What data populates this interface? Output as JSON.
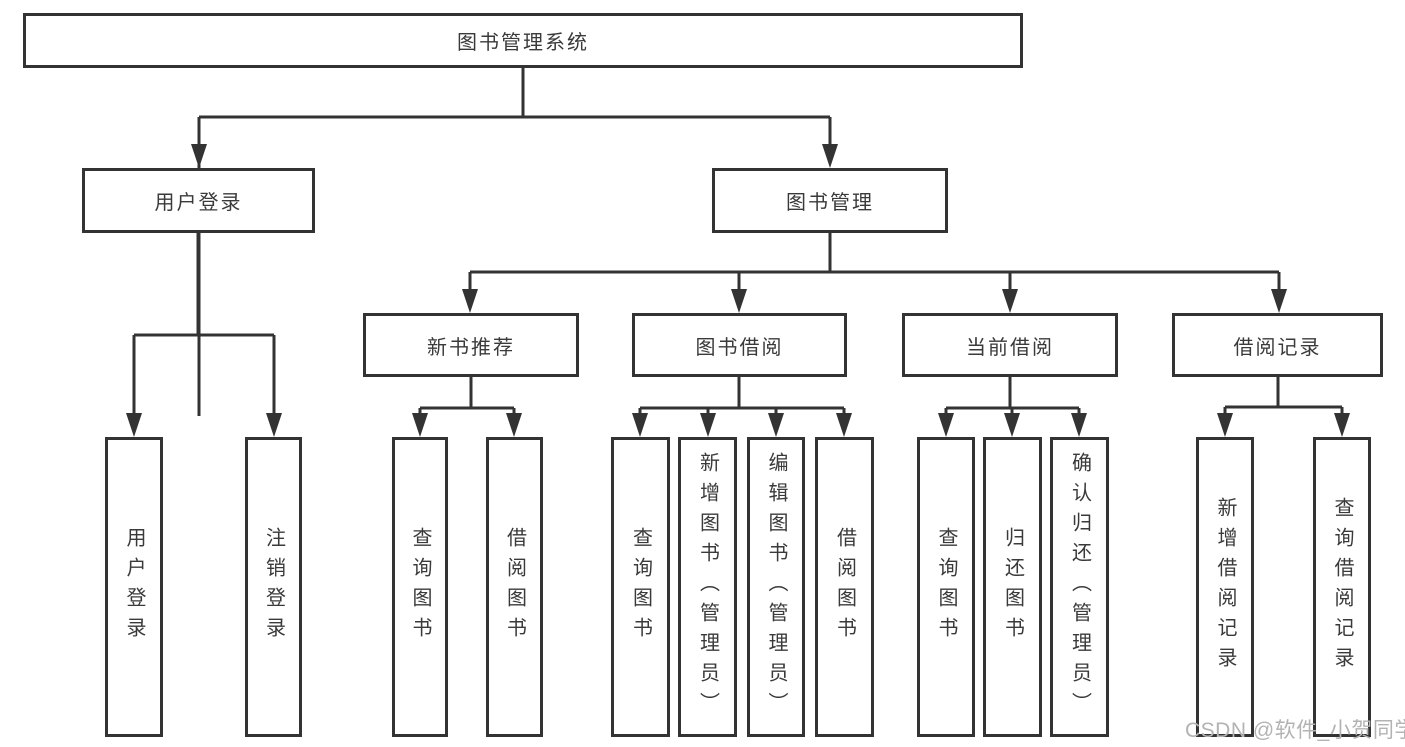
{
  "colors": {
    "line": "#333333",
    "text": "#3a3a3a",
    "box_fill": "#ffffff",
    "background": "#ffffff",
    "watermark": "#b3b3b3"
  },
  "watermark": {
    "text": "CSDN @软件_小贺同学"
  },
  "tree": {
    "label": "图书管理系统",
    "children": [
      {
        "label": "用户登录",
        "children": [
          {
            "label": "用户登录"
          },
          {
            "label": "注销登录"
          }
        ]
      },
      {
        "label": "图书管理",
        "children": [
          {
            "label": "新书推荐",
            "children": [
              {
                "label": "查询图书"
              },
              {
                "label": "借阅图书"
              }
            ]
          },
          {
            "label": "图书借阅",
            "children": [
              {
                "label": "查询图书"
              },
              {
                "label": "新增图书（管理员）"
              },
              {
                "label": "编辑图书（管理员）"
              },
              {
                "label": "借阅图书"
              }
            ]
          },
          {
            "label": "当前借阅",
            "children": [
              {
                "label": "查询图书"
              },
              {
                "label": "归还图书"
              },
              {
                "label": "确认归还（管理员）"
              }
            ]
          },
          {
            "label": "借阅记录",
            "children": [
              {
                "label": "新增借阅记录"
              },
              {
                "label": "查询借阅记录"
              }
            ]
          }
        ]
      }
    ]
  }
}
